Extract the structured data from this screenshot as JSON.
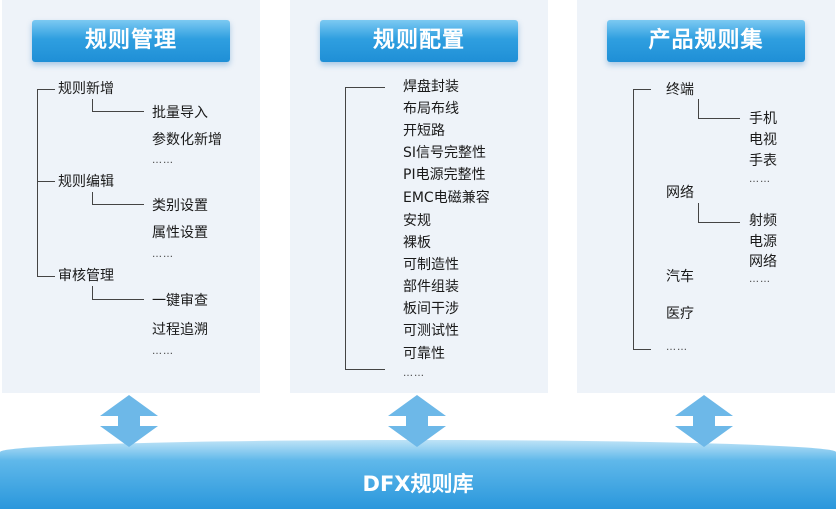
{
  "panels": {
    "rules_mgmt": {
      "title": "规则管理",
      "items": [
        {
          "label": "规则新增",
          "children": [
            "批量导入",
            "参数化新增",
            "……"
          ]
        },
        {
          "label": "规则编辑",
          "children": [
            "类别设置",
            "属性设置",
            "……"
          ]
        },
        {
          "label": "审核管理",
          "children": [
            "一键审查",
            "过程追溯",
            "……"
          ]
        }
      ]
    },
    "rules_config": {
      "title": "规则配置",
      "items": [
        "焊盘封装",
        "布局布线",
        "开短路",
        "SI信号完整性",
        "PI电源完整性",
        "EMC电磁兼容",
        "安规",
        "裸板",
        "可制造性",
        "部件组装",
        "板间干涉",
        "可测试性",
        "可靠性",
        "……"
      ]
    },
    "product_rules": {
      "title": "产品规则集",
      "items": [
        {
          "label": "终端",
          "children": [
            "手机",
            "电视",
            "手表",
            "……"
          ]
        },
        {
          "label": "网络",
          "children": [
            "射频",
            "电源",
            "网络",
            "……"
          ]
        },
        {
          "label": "汽车",
          "children": []
        },
        {
          "label": "医疗",
          "children": []
        },
        {
          "label": "……",
          "children": []
        }
      ]
    }
  },
  "base": {
    "label": "DFX规则库"
  },
  "colors": {
    "panel_bg": "#eef3f9",
    "header_blue": "#2f9fe0",
    "arrow_blue": "#6db8e8"
  }
}
